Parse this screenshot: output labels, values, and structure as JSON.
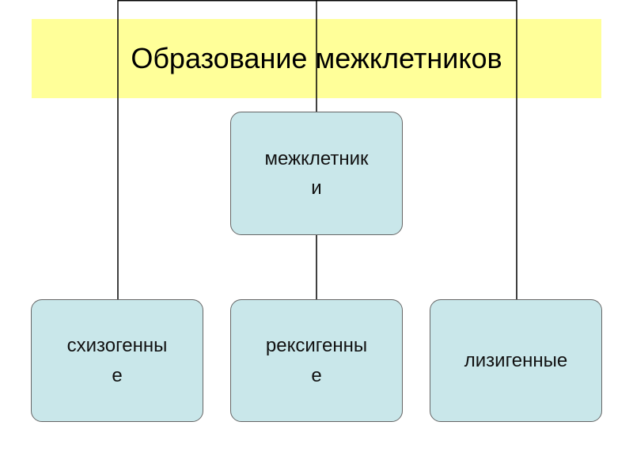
{
  "title": "Образование межклетников",
  "nodes": {
    "root": {
      "line1": "межклетник",
      "line2": "и"
    },
    "left": {
      "line1": "схизогенны",
      "line2": "е"
    },
    "middle": {
      "line1": "рексигенны",
      "line2": "е"
    },
    "right": {
      "line1": "лизигенные"
    }
  },
  "colors": {
    "title_band": "#ffff99",
    "node_fill": "#c9e7ea",
    "node_border": "#666666",
    "connector": "#000000"
  }
}
